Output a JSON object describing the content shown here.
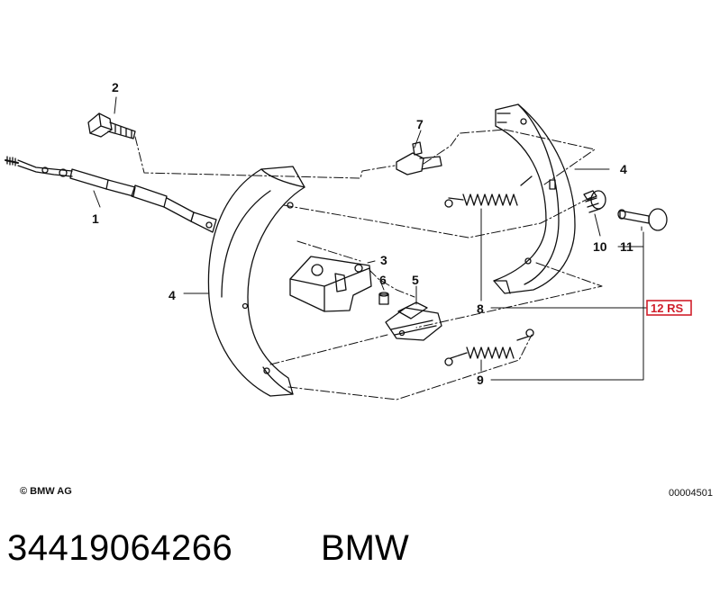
{
  "callouts": {
    "c1": "1",
    "c2": "2",
    "c3": "3",
    "c4a": "4",
    "c4b": "4",
    "c5": "5",
    "c6": "6",
    "c7": "7",
    "c8": "8",
    "c9": "9",
    "c10": "10",
    "c11": "11",
    "c12": "12 RS"
  },
  "footer": {
    "copyright": "© BMW AG",
    "diagram_id": "00004501",
    "part_number": "34419064266",
    "brand": "BMW"
  },
  "colors": {
    "line": "#111111",
    "highlight": "#d01f2b"
  }
}
